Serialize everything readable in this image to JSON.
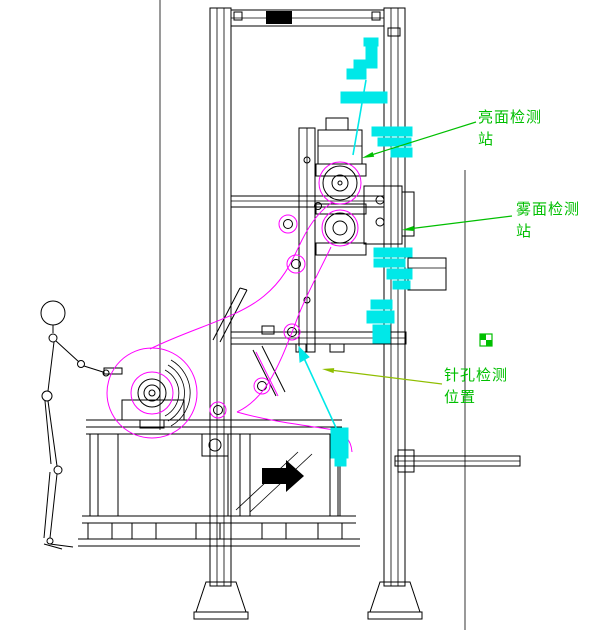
{
  "drawing": {
    "colors": {
      "line": "#000000",
      "film_path": "#ff00ff",
      "highlight": "#00e8e8",
      "annotation": "#00bf00",
      "pinhole_leader": "#8fbe00"
    },
    "labels": {
      "bright_station": {
        "line1": "亮面检测",
        "line2": "站"
      },
      "matte_station": {
        "line1": "雾面检测",
        "line2": "站"
      },
      "pinhole_position": {
        "line1": "针孔检测",
        "line2": "位置"
      }
    }
  }
}
